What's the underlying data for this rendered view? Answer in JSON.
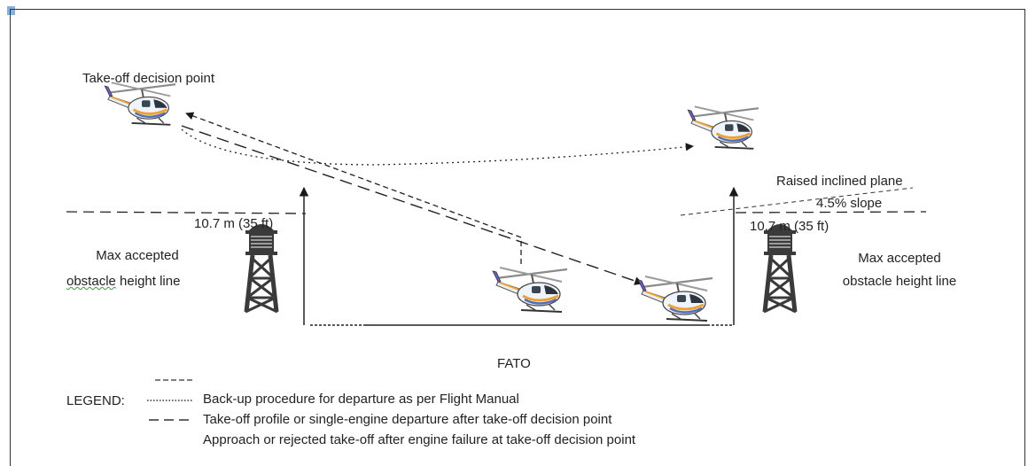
{
  "labels": {
    "decision_point": "Take-off decision point",
    "height_left": "10.7 m (35 ft)",
    "height_right": "10.7 m (35 ft)",
    "obstacle_left_1": "Max accepted",
    "obstacle_left_2a": "obstacle",
    "obstacle_left_2b": "height line",
    "obstacle_right_1": "Max accepted",
    "obstacle_right_2": "obstacle height line",
    "raised_plane_1": "Raised inclined plane",
    "raised_plane_2": "4.5% slope",
    "fato": "FATO"
  },
  "legend": {
    "title": "LEGEND:",
    "items": [
      {
        "style": "dotted",
        "text": "Back-up procedure for departure as per Flight Manual"
      },
      {
        "style": "long-dash",
        "text": "Take-off profile or single-engine departure after take-off decision point"
      },
      {
        "style": "short-dash",
        "text": "Approach or rejected take-off after engine failure at take-off decision point"
      }
    ]
  },
  "colors": {
    "line": "#2b2b2b",
    "tower": "#3a3a3a",
    "heli_body": "#e9f2f8",
    "heli_stripe_orange": "#f0a030",
    "heli_stripe_blue": "#4d6fb8",
    "frame_mark": "#7fb2e5"
  }
}
